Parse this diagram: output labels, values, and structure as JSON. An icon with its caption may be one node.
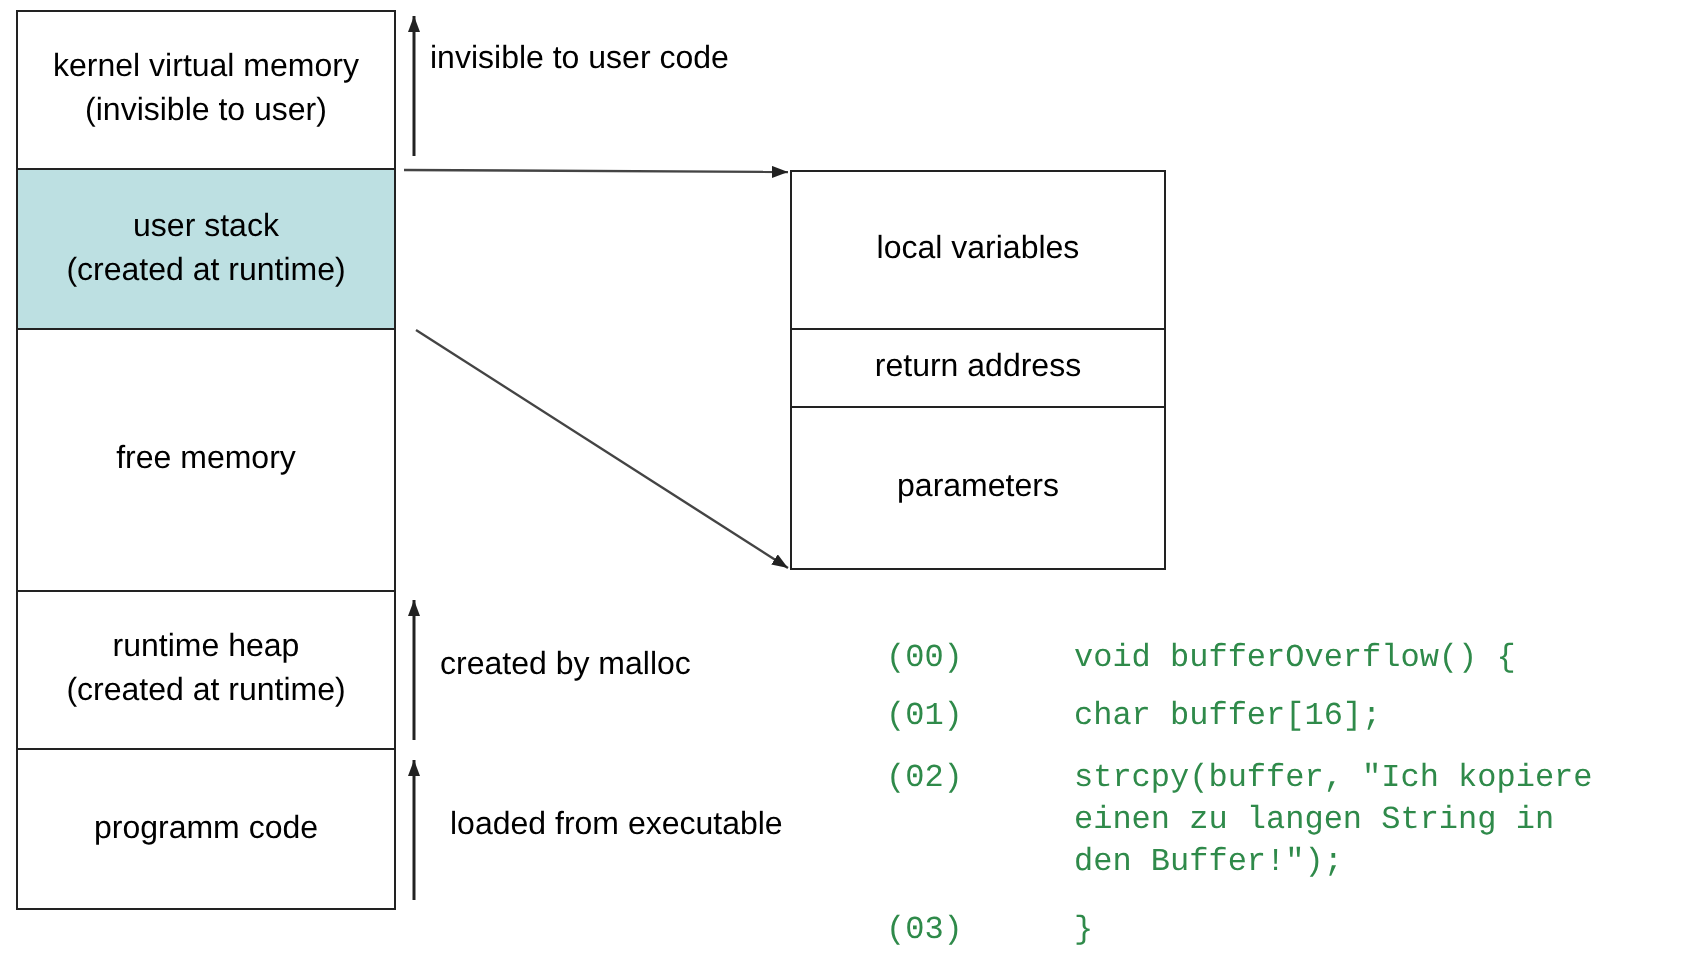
{
  "diagram": {
    "nodes": [
      {
        "text": [
          "kernel virtual memory (invisible to user)"
        ],
        "beside": [
          "invisible to user code"
        ]
      },
      {
        "text": [
          "user stack (created at runtime)"
        ]
      },
      {
        "text": [
          "free memory"
        ]
      },
      {
        "text": [
          "runtime heap (created at runtime)"
        ],
        "beside": [
          "created by malloc"
        ]
      },
      {
        "text": [
          "programm code"
        ],
        "beside": [
          "loaded from executable"
        ]
      },
      {
        "text": [
          "local variables"
        ]
      },
      {
        "text": [
          "return address"
        ]
      },
      {
        "text": [
          "parameters"
        ]
      }
    ],
    "edges": [
      {
        "from": 1,
        "to": 5,
        "arrow": "to"
      },
      {
        "from": 1,
        "to": 7,
        "arrow": "to"
      }
    ],
    "labels": [
      "(00)",
      "void bufferOverflow() {",
      "(01)",
      "char buffer[16];",
      "(02)",
      "strcpy(buffer, \"Ich kopiere einen zu langen String in den Buffer!\");",
      "(03)",
      "}"
    ]
  }
}
